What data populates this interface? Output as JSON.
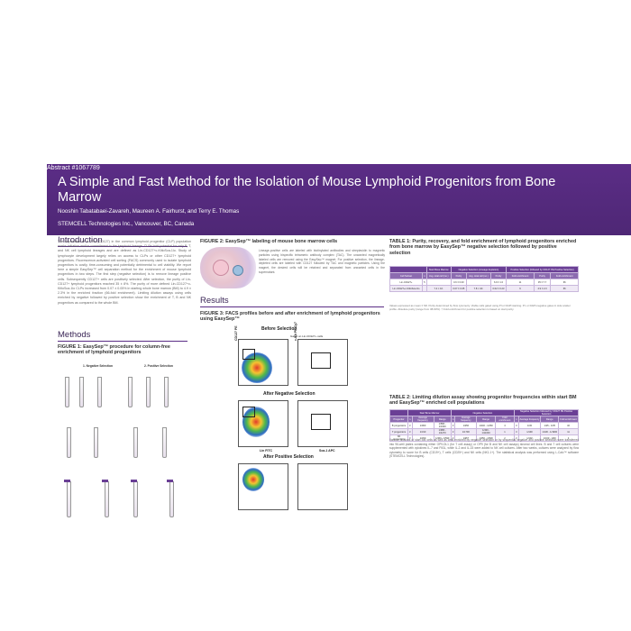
{
  "header": {
    "abstract_id": "Abstract #1067789",
    "title": "A Simple and Fast Method for the Isolation of Mouse Lymphoid Progenitors from Bone Marrow",
    "authors": "Nooshin Tabatabaei-Zavareh, Maureen A. Fairhurst, and Terry E. Thomas",
    "affiliation": "STEMCELL Technologies Inc., Vancouver, BC, Canada"
  },
  "introduction": {
    "heading": "Introduction",
    "text": "The expression of IL-7Rα (CD127) in the common lymphoid progenitor (CLP) population marks initiation and/or commitment to the lymphoid lineage. CLPs hold potential for only B, T, and NK cell lymphoid lineages and are defined as Lin-CD127+c-KitloSca-1lo. Study of lymphocyte development largely relies on access to CLPs or other CD127+ lymphoid progenitors. Fluorescence-activated cell sorting (FACS) commonly used to isolate lymphoid progenitors is costly, time-consuming and potentially detrimental to cell viability. We report here a simple EasySep™ cell separation method for the enrichment of mouse lymphoid progenitors in two steps. The first step (negative selection) is to remove lineage positive cells. Subsequently CD127+ cells are positively selected. After selection, the purity of Lin-CD127+ lymphoid progenitors reached 35 ± 8%. The purity of more defined Lin-CD127+c-KitloSca-1lo CLPs increased from 0.07 ± 0.05% in starting whole bone marrow (BM) to 4.9 ± 2.3% in the enriched fraction (66-fold enrichment). Limiting dilution assays using cells enriched by negative followed by positive selection show the enrichment of T, B and NK progenitors as compared to the whole BM."
  },
  "methods": {
    "heading": "Methods"
  },
  "results": {
    "heading": "Results"
  },
  "figure1": {
    "caption": "FIGURE 1: EasySep™ procedure for column-free enrichment of lymphoid progenitors",
    "step1": "1. Negative Selection",
    "step2": "2. Positive Selection"
  },
  "figure2": {
    "caption": "FIGURE 2: EasySep™ labeling of mouse bone marrow cells",
    "text": "Lineage-positive cells are labeled with biotinylated antibodies and streptavidin to magnetic particles using bispecific tetrameric antibody complex (TAC). The unwanted magnetically labeled cells are removed using the EasySep™ magnet. For positive selection, the lineage-depleted cells are labeled with CD127 followed by TAC and magnetic particles. Using the magnet, the desired cells will be retained and separated from unwanted cells in the supernatant."
  },
  "figure3": {
    "caption": "FIGURE 3: FACS profiles before and after enrichment of lymphoid progenitors using EasySep™",
    "before": "Before Selection",
    "after_neg": "After Negative Selection",
    "after_pos": "After Positive Selection",
    "gated": "Gated on Lin-CD127+ cells",
    "xlabel_left": "Lin FITC",
    "xlabel_right": "Sca-1 APC",
    "ylabel_left": "CD127 PE",
    "ylabel_right": "c-Kit PE-Cy7"
  },
  "table1": {
    "caption": "TABLE 1: Purity, recovery, and fold enrichment of lymphoid progenitors enriched from bone marrow by EasySep™ negative selection followed by positive selection",
    "group_headers": [
      "Start Bone Marrow",
      "Negative Selection (Lineage depletion)",
      "Positive Selection (followed by CD127 PE Positive Selection)"
    ],
    "col_headers": [
      "Cell Subset",
      "n",
      "Avg. total cell (no.)",
      "Purity",
      "Avg. total cell (no.)",
      "Purity",
      "Fold enrichment",
      "Purity",
      "Fold enrichment"
    ],
    "rows": [
      [
        "Lin-CD127+",
        "5",
        "",
        "0.6 ± 0.03",
        "",
        "6.9 ± 1.0",
        "11",
        "35 ± 7.7",
        "66"
      ],
      [
        "Lin-CD127+c-KitloSca-1lo",
        "",
        "7.4 × 10⁷",
        "0.07 ± 0.05",
        "7.8 × 10⁶",
        "0.62 ± 0.23",
        "9",
        "4.9 ± 2.3",
        "66"
      ]
    ],
    "notes": "Values expressed as mean ± SD. Purity determined by flow cytometry. Viable cells gated using PI or DAPI staining. PI- or DAPI-negative gates in side scatter profile. Absolute purity (range from 38-60%). † Fold enrichment for positive selection is based on start purity."
  },
  "table2": {
    "caption": "TABLE 2: Limiting dilution assay showing progenitor frequencies within start BM and EasySep™ enriched cell populations",
    "group_headers": [
      "Start Bone Marrow",
      "Negative Selection",
      "Negative Selection followed by CD127 PE Positive Selection"
    ],
    "col_headers": [
      "Progenitor",
      "n",
      "Average frequency",
      "Range",
      "n",
      "Average frequency",
      "Range",
      "Fold enrichment",
      "n",
      "Average frequency",
      "Range",
      "Fold enrichment"
    ],
    "rows": [
      [
        "B progenitors",
        "3",
        "1/960",
        "1/580 - 1/1600",
        "3",
        "1/250",
        "1/240 - 1/260",
        "4",
        "3",
        "1/30",
        "1/25 - 1/35",
        "32"
      ],
      [
        "T progenitors",
        "3",
        "1/310",
        "1/980 - 1/4270",
        "3",
        "1/1700",
        "1/430 - 1/11000",
        "1",
        "3",
        "1/190",
        "1/130 - 1/1900",
        "11"
      ],
      [
        "NK progenitors",
        "3",
        "1/760",
        "1/360 - 1/590",
        "3",
        "1/457",
        "1/450 - 1/500",
        "2",
        "3",
        "1/102",
        "1/160 - 1/60",
        "4"
      ]
    ],
    "notes": "Various dilutions of start BM cells as well as cells enriched by negative selection or by sequential negative and positive selection were transferred into 96-well plates containing either OP9-DL1 (for T cell assay) or OP9 (for B and NK cell assays) stromal cell lines. B and T cell cultures were supplemented with cytokines IL-7 and Flt3L, while IL-2 and IL-15 were added to NK cell cultures. After two weeks, cultures were analyzed by flow cytometry to score for B cells (CD19+), T cells (CD25+) and NK cells (NK1.1+). The statistical analysis was performed using L-Calc™ software (STEMCELL Technologies)."
  },
  "colors": {
    "banner": "#5b2d86",
    "heading": "#3a2556",
    "accent": "#6a3f95"
  }
}
